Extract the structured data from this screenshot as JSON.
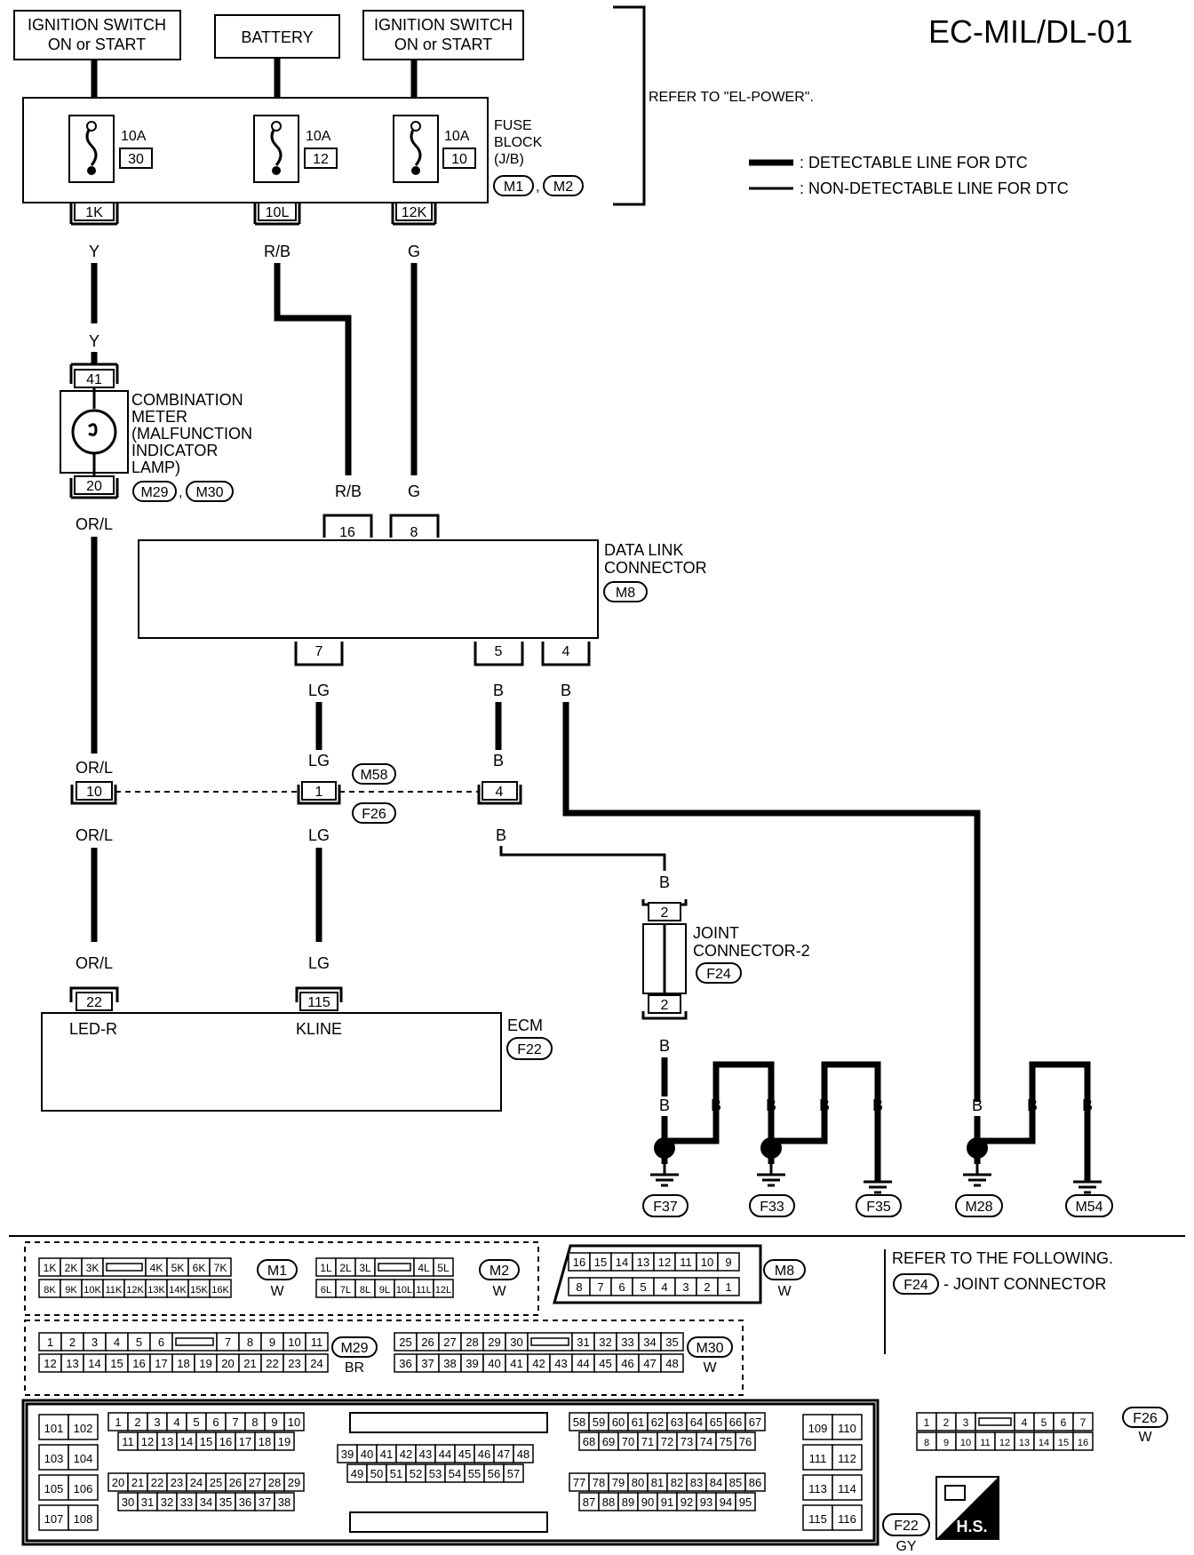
{
  "page_id": "EC-MIL/DL-01",
  "legend": {
    "detectable": ": DETECTABLE LINE FOR DTC",
    "non_detectable": ": NON-DETECTABLE LINE FOR DTC"
  },
  "refer_el_power": "REFER TO \"EL-POWER\".",
  "sources": {
    "ign1": [
      "IGNITION SWITCH",
      "ON or START"
    ],
    "battery": "BATTERY",
    "ign2": [
      "IGNITION SWITCH",
      "ON or START"
    ]
  },
  "fuse_block": {
    "label": [
      "FUSE",
      "BLOCK",
      "(J/B)"
    ],
    "connectors": [
      "M1",
      "M2"
    ],
    "fuses": [
      {
        "amp": "10A",
        "num": "30",
        "terminal": "1K"
      },
      {
        "amp": "10A",
        "num": "12",
        "terminal": "10L"
      },
      {
        "amp": "10A",
        "num": "10",
        "terminal": "12K"
      }
    ]
  },
  "wire_colors": {
    "y": "Y",
    "rb": "R/B",
    "g": "G",
    "orl": "OR/L",
    "lg": "LG",
    "b": "B"
  },
  "combination_meter": {
    "label": [
      "COMBINATION",
      "METER",
      "(MALFUNCTION",
      "INDICATOR",
      "LAMP)"
    ],
    "pin_top": "41",
    "pin_bottom": "20",
    "connectors": [
      "M29",
      "M30"
    ]
  },
  "data_link_connector": {
    "label": [
      "DATA LINK",
      "CONNECTOR"
    ],
    "connector": "M8",
    "pins_top": [
      "16",
      "8"
    ],
    "pins_bottom": [
      "7",
      "5",
      "4"
    ]
  },
  "junction": {
    "pins": [
      "10",
      "1",
      "4"
    ],
    "connectors": [
      "M58",
      "F26"
    ]
  },
  "joint_connector": {
    "label": [
      "JOINT",
      "CONNECTOR-2"
    ],
    "connector": "F24",
    "pin_top": "2",
    "pin_bottom": "2"
  },
  "ecm": {
    "label": "ECM",
    "connector": "F22",
    "pins": [
      {
        "num": "22",
        "name": "LED-R"
      },
      {
        "num": "115",
        "name": "KLINE"
      }
    ]
  },
  "grounds": [
    "F37",
    "F33",
    "F35",
    "M28",
    "M54"
  ],
  "connector_views": {
    "m1": {
      "id": "M1",
      "color": "W",
      "row1": [
        "1K",
        "2K",
        "3K",
        "",
        "4K",
        "5K",
        "6K",
        "7K"
      ],
      "row2": [
        "8K",
        "9K",
        "10K",
        "11K",
        "12K",
        "13K",
        "14K",
        "15K",
        "16K"
      ]
    },
    "m2": {
      "id": "M2",
      "color": "W",
      "row1": [
        "1L",
        "2L",
        "3L",
        "",
        "4L",
        "5L"
      ],
      "row2": [
        "6L",
        "7L",
        "8L",
        "9L",
        "10L",
        "11L",
        "12L"
      ]
    },
    "m8": {
      "id": "M8",
      "color": "W",
      "row1": [
        "16",
        "15",
        "14",
        "13",
        "12",
        "11",
        "10",
        "9"
      ],
      "row2": [
        "8",
        "7",
        "6",
        "5",
        "4",
        "3",
        "2",
        "1"
      ]
    },
    "m29": {
      "id": "M29",
      "color": "BR",
      "row1": [
        "1",
        "2",
        "3",
        "4",
        "5",
        "6",
        "",
        "7",
        "8",
        "9",
        "10",
        "11"
      ],
      "row2": [
        "12",
        "13",
        "14",
        "15",
        "16",
        "17",
        "18",
        "19",
        "20",
        "21",
        "22",
        "23",
        "24"
      ]
    },
    "m30": {
      "id": "M30",
      "color": "W",
      "row1": [
        "25",
        "26",
        "27",
        "28",
        "29",
        "30",
        "",
        "31",
        "32",
        "33",
        "34",
        "35"
      ],
      "row2": [
        "36",
        "37",
        "38",
        "39",
        "40",
        "41",
        "42",
        "43",
        "44",
        "45",
        "46",
        "47",
        "48"
      ]
    },
    "f26": {
      "id": "F26",
      "color": "W",
      "row1": [
        "1",
        "2",
        "3",
        "",
        "4",
        "5",
        "6",
        "7"
      ],
      "row2": [
        "8",
        "9",
        "10",
        "11",
        "12",
        "13",
        "14",
        "15",
        "16"
      ]
    },
    "f22": {
      "id": "F22",
      "color": "GY",
      "left_col": [
        "101",
        "102",
        "103",
        "104",
        "105",
        "106",
        "107",
        "108"
      ],
      "blk_a_r1": [
        "1",
        "2",
        "3",
        "4",
        "5",
        "6",
        "7",
        "8",
        "9",
        "10"
      ],
      "blk_a_r2": [
        "11",
        "12",
        "13",
        "14",
        "15",
        "16",
        "17",
        "18",
        "19"
      ],
      "blk_a_r3": [
        "20",
        "21",
        "22",
        "23",
        "24",
        "25",
        "26",
        "27",
        "28",
        "29"
      ],
      "blk_a_r4": [
        "30",
        "31",
        "32",
        "33",
        "34",
        "35",
        "36",
        "37",
        "38"
      ],
      "blk_b_r1": [
        "39",
        "40",
        "41",
        "42",
        "43",
        "44",
        "45",
        "46",
        "47",
        "48"
      ],
      "blk_b_r2": [
        "49",
        "50",
        "51",
        "52",
        "53",
        "54",
        "55",
        "56",
        "57"
      ],
      "blk_c_r1": [
        "58",
        "59",
        "60",
        "61",
        "62",
        "63",
        "64",
        "65",
        "66",
        "67"
      ],
      "blk_c_r2": [
        "68",
        "69",
        "70",
        "71",
        "72",
        "73",
        "74",
        "75",
        "76"
      ],
      "blk_c_r3": [
        "77",
        "78",
        "79",
        "80",
        "81",
        "82",
        "83",
        "84",
        "85",
        "86"
      ],
      "blk_c_r4": [
        "87",
        "88",
        "89",
        "90",
        "91",
        "92",
        "93",
        "94",
        "95"
      ],
      "right_col": [
        "109",
        "110",
        "111",
        "112",
        "113",
        "114",
        "115",
        "116"
      ]
    }
  },
  "refer_following": "REFER TO THE FOLLOWING.",
  "refer_joint": {
    "id": "F24",
    "text": "- JOINT CONNECTOR"
  },
  "hs_badge": "H.S."
}
